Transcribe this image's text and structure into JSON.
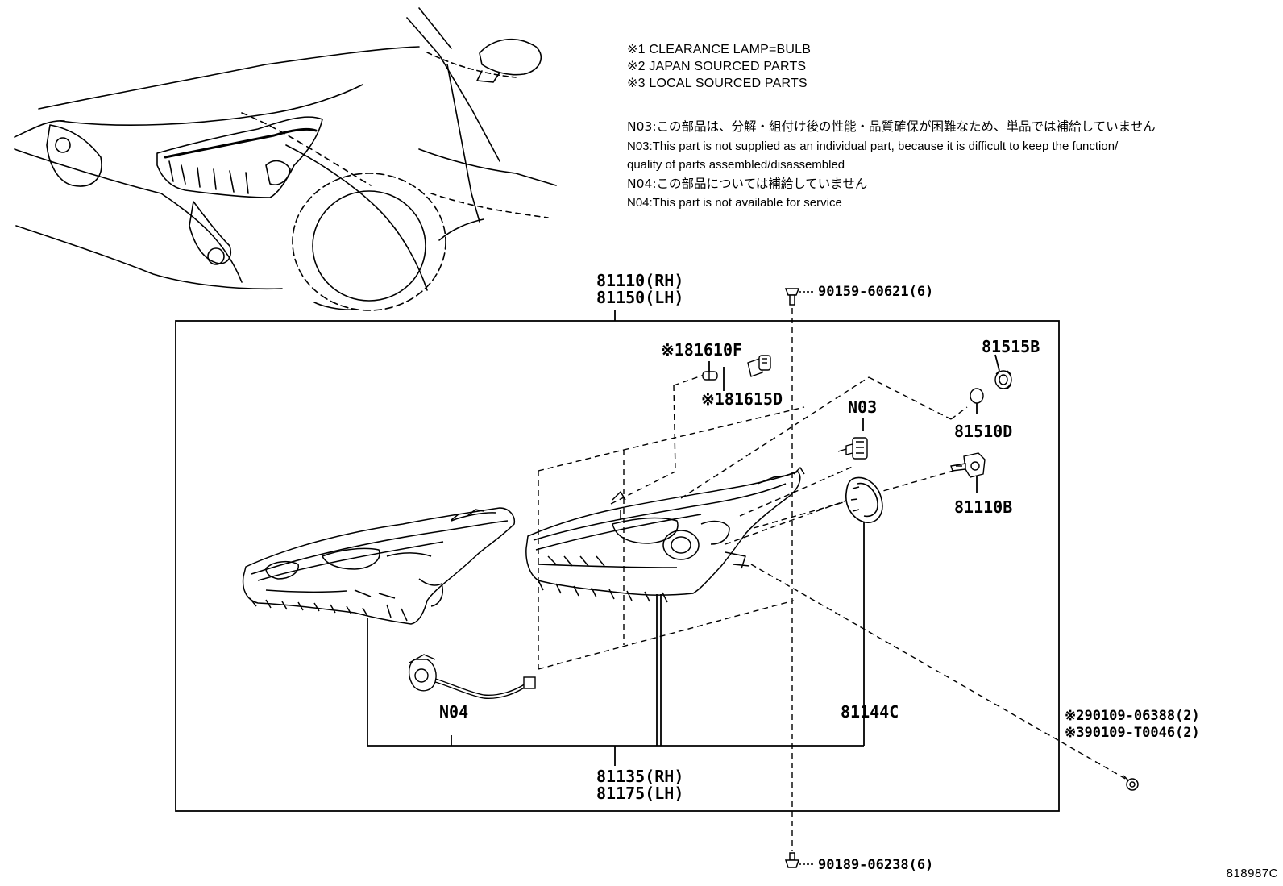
{
  "notes": [
    "※1 CLEARANCE LAMP=BULB",
    "※2 JAPAN SOURCED PARTS",
    "※3 LOCAL SOURCED PARTS"
  ],
  "descriptions": {
    "n03_jp": "N03:この部品は、分解・組付け後の性能・品質確保が困難なため、単品では補給していません",
    "n03_en_1": "N03:This part is not supplied as an individual part, because it is difficult to keep the function/",
    "n03_en_2": "quality of parts assembled/disassembled",
    "n04_jp": "N04:この部品については補給していません",
    "n04_en": "N04:This part is not available for service"
  },
  "parts": {
    "assy_rh": "81110(RH)",
    "assy_lh": "81150(LH)",
    "screw_top": "90159-60621(6)",
    "bulb_socket": "※181610F",
    "bulb": "※181615D",
    "cap_81515b": "81515B",
    "n03": "N03",
    "gasket_81510d": "81510D",
    "socket_81110b": "81110B",
    "n04": "N04",
    "cover_81144c": "81144C",
    "screw_jp": "※290109-06388(2)",
    "screw_local": "※390109-T0046(2)",
    "unit_rh": "81135(RH)",
    "unit_lh": "81175(LH)",
    "screw_bottom": "90189-06238(6)"
  },
  "illustration_code": "818987C"
}
